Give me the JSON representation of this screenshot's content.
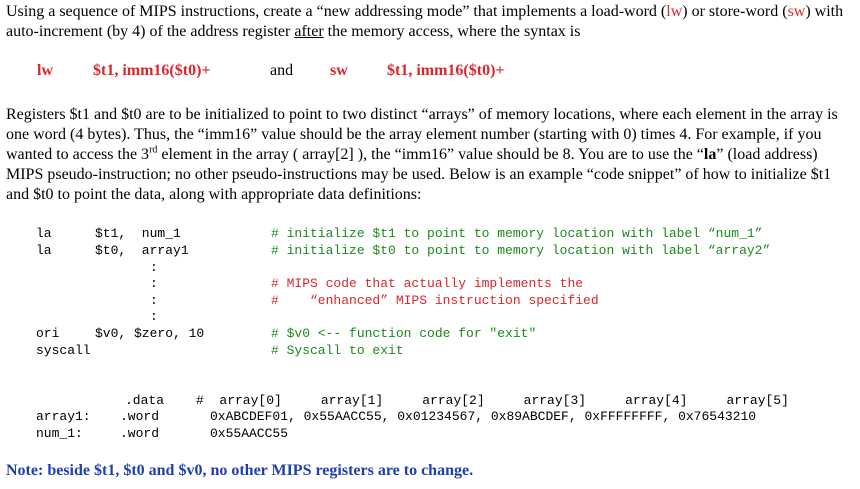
{
  "intro": {
    "p1": "Using a sequence of MIPS instructions, create a “new addressing mode” that implements a load-word (",
    "lw": "lw",
    "p2": ") or store-word (",
    "sw": "sw",
    "p3": ") with auto-increment (by 4) of the address register ",
    "after": "after",
    "p4": " the memory access, where the syntax is"
  },
  "syntax": {
    "lw_op": "lw",
    "lw_args": "$t1, imm16($t0)+",
    "and": "and",
    "sw_op": "sw",
    "sw_args": "$t1, imm16($t0)+"
  },
  "para": {
    "p1": "Registers $t1 and $t0 are to be initialized to point to two distinct “arrays” of memory locations, where each element in the array is one word (4 bytes). Thus, the “imm16” value should be the array element number (starting with 0) times 4. For example, if you wanted to access the 3",
    "sup": "rd",
    "p2": " element in the array ( array[2] ), the “imm16” value should be 8. You are to use the “",
    "la": "la",
    "p3": "” (load address) MIPS pseudo-instruction; no other pseudo-instructions may be used. Below is an example “code snippet” of how to initialize $t1 and $t0 to point the data, along with appropriate data definitions:"
  },
  "code": {
    "line1": {
      "op": "la",
      "args": "$t1,  num_1",
      "comment": "# initialize $t1 to point to memory location with label “num_1”"
    },
    "line2": {
      "op": "la",
      "args": "$t0,  array1",
      "comment": "# initialize $t0 to point to memory location with label “array2”"
    },
    "dots": ":",
    "comment3": "# MIPS code that actually implements the",
    "comment4": "#    “enhanced” MIPS instruction specified",
    "line5": {
      "op": "ori",
      "args": "$v0, $zero, 10",
      "comment": "# $v0 <-- function code for \"exit\""
    },
    "line6": {
      "op": "syscall",
      "comment": "# Syscall to exit"
    }
  },
  "data": {
    "directive": ".data",
    "header": "#  array[0]     array[1]     array[2]     array[3]     array[4]     array[5]",
    "row1": {
      "label": "array1:",
      "dir": ".word",
      "values": "0xABCDEF01, 0x55AACC55, 0x01234567, 0x89ABCDEF, 0xFFFFFFFF, 0x76543210"
    },
    "row2": {
      "label": "num_1:",
      "dir": ".word",
      "values": "0x55AACC55"
    }
  },
  "note": "Note: beside $t1, $t0  and $v0, no other MIPS registers are to change.",
  "colors": {
    "red": "#d9262b",
    "green": "#1a8a1a",
    "blue": "#1f3fb0"
  }
}
